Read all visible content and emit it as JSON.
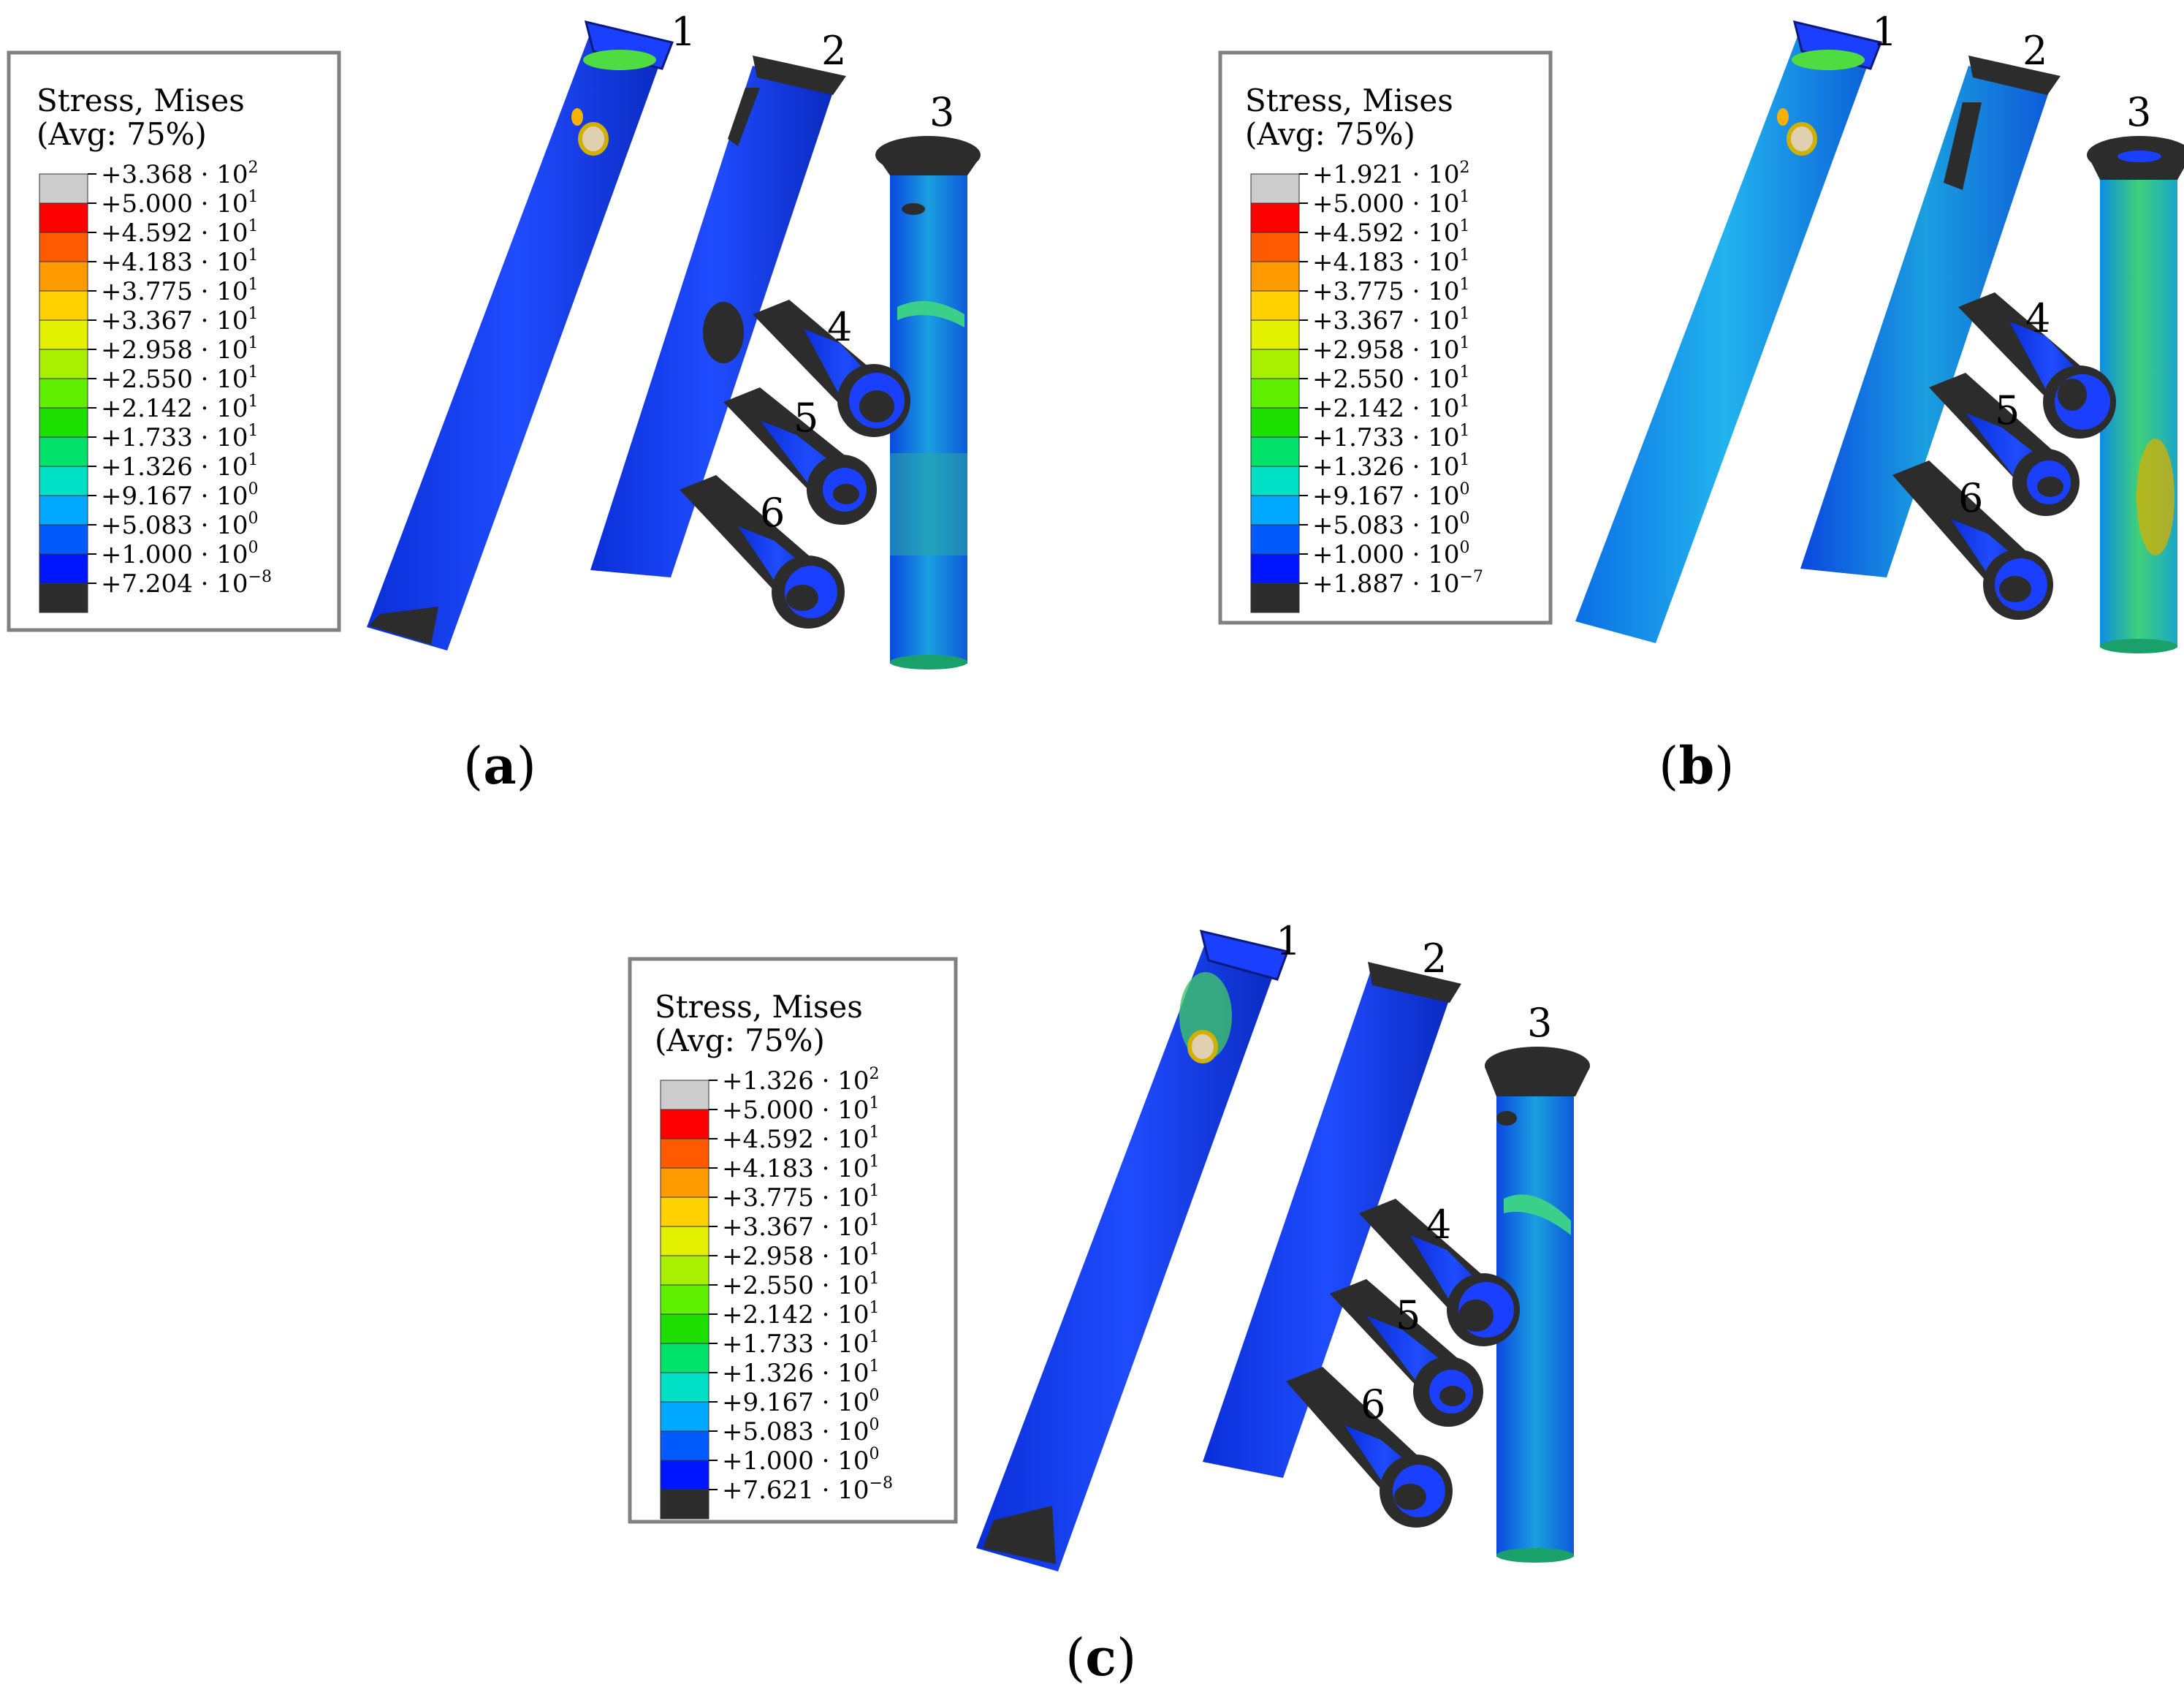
{
  "legend": {
    "title_line1": "Stress, Mises",
    "title_line2": "(Avg: 75%)",
    "band_colors": [
      "#cccccc",
      "#ff0000",
      "#ff5a00",
      "#ff9a00",
      "#ffd100",
      "#e3f000",
      "#a8f000",
      "#5ff000",
      "#1ee000",
      "#00e26a",
      "#00e0c6",
      "#00a8ff",
      "#005bff",
      "#0016ff",
      "#2c2c2c"
    ]
  },
  "panels": [
    {
      "id": "a",
      "caption_open": "(",
      "caption_letter": "a",
      "caption_close": ")",
      "legend_values": [
        {
          "m": "+3.368 · 10",
          "e": "2"
        },
        {
          "m": "+5.000 · 10",
          "e": "1"
        },
        {
          "m": "+4.592 · 10",
          "e": "1"
        },
        {
          "m": "+4.183 · 10",
          "e": "1"
        },
        {
          "m": "+3.775 · 10",
          "e": "1"
        },
        {
          "m": "+3.367 · 10",
          "e": "1"
        },
        {
          "m": "+2.958 · 10",
          "e": "1"
        },
        {
          "m": "+2.550 · 10",
          "e": "1"
        },
        {
          "m": "+2.142 · 10",
          "e": "1"
        },
        {
          "m": "+1.733 · 10",
          "e": "1"
        },
        {
          "m": "+1.326 · 10",
          "e": "1"
        },
        {
          "m": "+9.167 · 10",
          "e": "0"
        },
        {
          "m": "+5.083 · 10",
          "e": "0"
        },
        {
          "m": "+1.000 · 10",
          "e": "0"
        },
        {
          "m": "+7.204 · 10",
          "e": "−8"
        }
      ],
      "part_labels": [
        "1",
        "2",
        "3",
        "4",
        "5",
        "6"
      ]
    },
    {
      "id": "b",
      "caption_open": "(",
      "caption_letter": "b",
      "caption_close": ")",
      "legend_values": [
        {
          "m": "+1.921 · 10",
          "e": "2"
        },
        {
          "m": "+5.000 · 10",
          "e": "1"
        },
        {
          "m": "+4.592 · 10",
          "e": "1"
        },
        {
          "m": "+4.183 · 10",
          "e": "1"
        },
        {
          "m": "+3.775 · 10",
          "e": "1"
        },
        {
          "m": "+3.367 · 10",
          "e": "1"
        },
        {
          "m": "+2.958 · 10",
          "e": "1"
        },
        {
          "m": "+2.550 · 10",
          "e": "1"
        },
        {
          "m": "+2.142 · 10",
          "e": "1"
        },
        {
          "m": "+1.733 · 10",
          "e": "1"
        },
        {
          "m": "+1.326 · 10",
          "e": "1"
        },
        {
          "m": "+9.167 · 10",
          "e": "0"
        },
        {
          "m": "+5.083 · 10",
          "e": "0"
        },
        {
          "m": "+1.000 · 10",
          "e": "0"
        },
        {
          "m": "+1.887 · 10",
          "e": "−7"
        }
      ],
      "part_labels": [
        "1",
        "2",
        "3",
        "4",
        "5",
        "6"
      ]
    },
    {
      "id": "c",
      "caption_open": "(",
      "caption_letter": "c",
      "caption_close": ")",
      "legend_values": [
        {
          "m": "+1.326 · 10",
          "e": "2"
        },
        {
          "m": "+5.000 · 10",
          "e": "1"
        },
        {
          "m": "+4.592 · 10",
          "e": "1"
        },
        {
          "m": "+4.183 · 10",
          "e": "1"
        },
        {
          "m": "+3.775 · 10",
          "e": "1"
        },
        {
          "m": "+3.367 · 10",
          "e": "1"
        },
        {
          "m": "+2.958 · 10",
          "e": "1"
        },
        {
          "m": "+2.550 · 10",
          "e": "1"
        },
        {
          "m": "+2.142 · 10",
          "e": "1"
        },
        {
          "m": "+1.733 · 10",
          "e": "1"
        },
        {
          "m": "+1.326 · 10",
          "e": "1"
        },
        {
          "m": "+9.167 · 10",
          "e": "0"
        },
        {
          "m": "+5.083 · 10",
          "e": "0"
        },
        {
          "m": "+1.000 · 10",
          "e": "0"
        },
        {
          "m": "+7.621 · 10",
          "e": "−8"
        }
      ],
      "part_labels": [
        "1",
        "2",
        "3",
        "4",
        "5",
        "6"
      ]
    }
  ]
}
